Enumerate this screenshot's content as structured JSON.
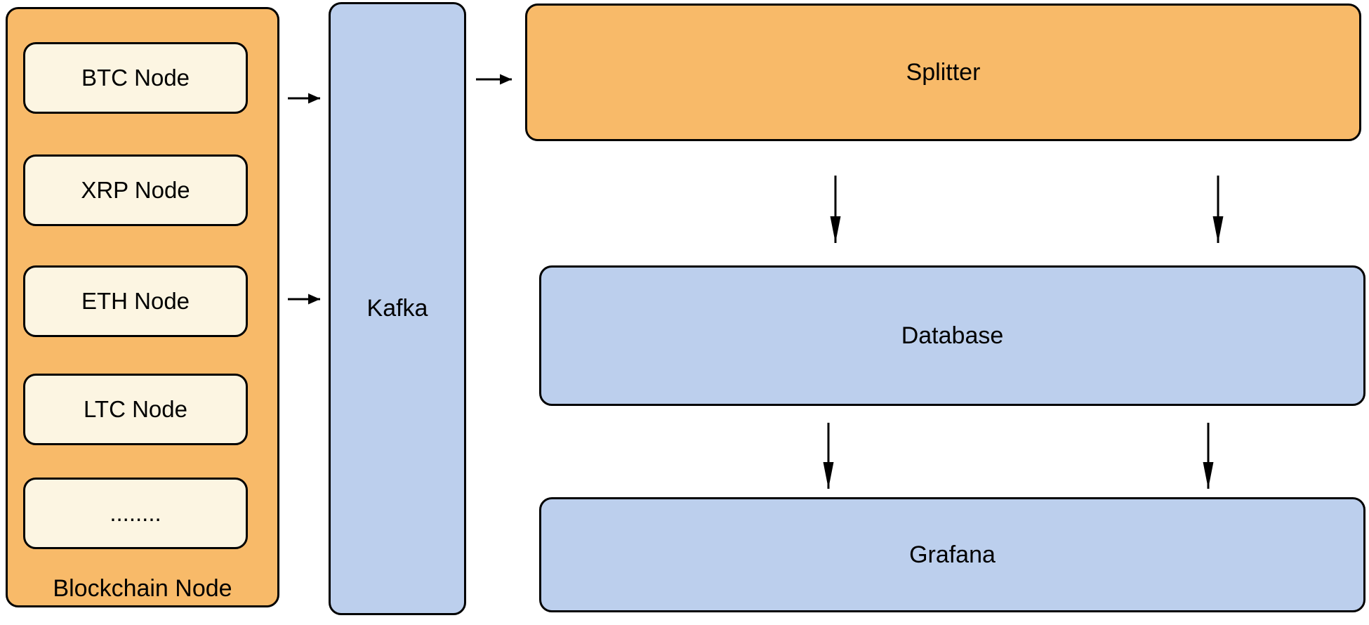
{
  "colors": {
    "node_orange": "#F8BA69",
    "node_cream": "#FCF5E2",
    "node_blue": "#BCCFED",
    "stroke": "#000000",
    "canvas_background": "#FFFFFF"
  },
  "nodes": {
    "blockchain_group": {
      "label": "Blockchain Node",
      "children": [
        {
          "id": "btc",
          "label": "BTC Node"
        },
        {
          "id": "xrp",
          "label": "XRP Node"
        },
        {
          "id": "eth",
          "label": "ETH Node"
        },
        {
          "id": "ltc",
          "label": "LTC Node"
        },
        {
          "id": "ellipsis",
          "label": "........"
        }
      ]
    },
    "kafka": {
      "label": "Kafka"
    },
    "splitter": {
      "label": "Splitter"
    },
    "database": {
      "label": "Database"
    },
    "grafana": {
      "label": "Grafana"
    }
  },
  "edges": [
    {
      "from": "blockchain_group",
      "to": "kafka",
      "position": "upper"
    },
    {
      "from": "blockchain_group",
      "to": "kafka",
      "position": "lower"
    },
    {
      "from": "kafka",
      "to": "splitter"
    },
    {
      "from": "splitter",
      "to": "database",
      "side": "left"
    },
    {
      "from": "splitter",
      "to": "database",
      "side": "right"
    },
    {
      "from": "database",
      "to": "grafana",
      "side": "left"
    },
    {
      "from": "database",
      "to": "grafana",
      "side": "right"
    }
  ]
}
